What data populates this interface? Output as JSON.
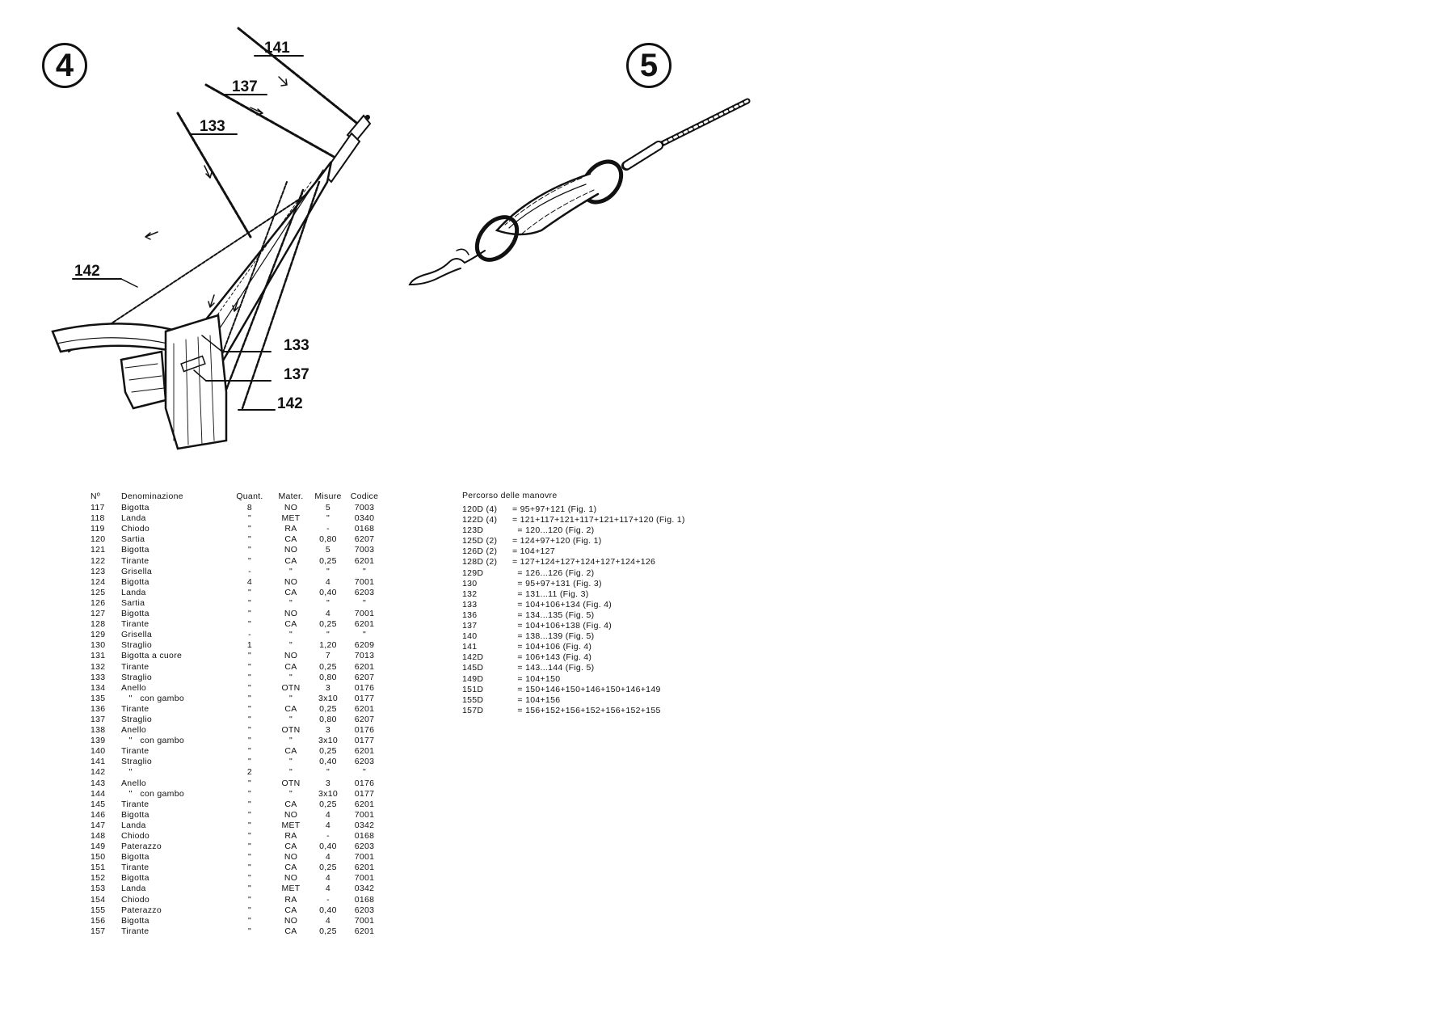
{
  "figures": {
    "fig4": {
      "number": "4",
      "labels": {
        "top_141": "141",
        "top_137": "137",
        "top_133": "133",
        "left_142": "142",
        "bottom_133": "133",
        "bottom_137": "137",
        "bottom_142": "142"
      }
    },
    "fig5": {
      "number": "5"
    }
  },
  "parts_table": {
    "headers": [
      "Nº",
      "Denominazione",
      "Quant.",
      "Mater.",
      "Misure",
      "Codice"
    ],
    "rows": [
      [
        "117",
        "Bigotta",
        "8",
        "NO",
        "5",
        "7003"
      ],
      [
        "118",
        "Landa",
        "\"",
        "MET",
        "\"",
        "0340"
      ],
      [
        "119",
        "Chiodo",
        "\"",
        "RA",
        "-",
        "0168"
      ],
      [
        "120",
        "Sartia",
        "\"",
        "CA",
        "0,80",
        "6207"
      ],
      [
        "121",
        "Bigotta",
        "\"",
        "NO",
        "5",
        "7003"
      ],
      [
        "122",
        "Tirante",
        "\"",
        "CA",
        "0,25",
        "6201"
      ],
      [
        "123",
        "Grisella",
        "-",
        "\"",
        "\"",
        "\""
      ],
      [
        "124",
        "Bigotta",
        "4",
        "NO",
        "4",
        "7001"
      ],
      [
        "125",
        "Landa",
        "\"",
        "CA",
        "0,40",
        "6203"
      ],
      [
        "126",
        "Sartia",
        "\"",
        "\"",
        "\"",
        "\""
      ],
      [
        "127",
        "Bigotta",
        "\"",
        "NO",
        "4",
        "7001"
      ],
      [
        "128",
        "Tirante",
        "\"",
        "CA",
        "0,25",
        "6201"
      ],
      [
        "129",
        "Grisella",
        "-",
        "\"",
        "\"",
        "\""
      ],
      [
        "130",
        "Straglio",
        "1",
        "\"",
        "1,20",
        "6209"
      ],
      [
        "131",
        "Bigotta a cuore",
        "\"",
        "NO",
        "7",
        "7013"
      ],
      [
        "132",
        "Tirante",
        "\"",
        "CA",
        "0,25",
        "6201"
      ],
      [
        "133",
        "Straglio",
        "\"",
        "\"",
        "0,80",
        "6207"
      ],
      [
        "134",
        "Anello",
        "\"",
        "OTN",
        "3",
        "0176"
      ],
      [
        "135",
        "   \"   con gambo",
        "\"",
        "\"",
        "3x10",
        "0177"
      ],
      [
        "136",
        "Tirante",
        "\"",
        "CA",
        "0,25",
        "6201"
      ],
      [
        "137",
        "Straglio",
        "\"",
        "\"",
        "0,80",
        "6207"
      ],
      [
        "138",
        "Anello",
        "\"",
        "OTN",
        "3",
        "0176"
      ],
      [
        "139",
        "   \"   con gambo",
        "\"",
        "\"",
        "3x10",
        "0177"
      ],
      [
        "140",
        "Tirante",
        "\"",
        "CA",
        "0,25",
        "6201"
      ],
      [
        "141",
        "Straglio",
        "\"",
        "\"",
        "0,40",
        "6203"
      ],
      [
        "142",
        "   \"",
        "2",
        "\"",
        "\"",
        "\""
      ],
      [
        "143",
        "Anello",
        "\"",
        "OTN",
        "3",
        "0176"
      ],
      [
        "144",
        "   \"   con gambo",
        "\"",
        "\"",
        "3x10",
        "0177"
      ],
      [
        "145",
        "Tirante",
        "\"",
        "CA",
        "0,25",
        "6201"
      ],
      [
        "146",
        "Bigotta",
        "\"",
        "NO",
        "4",
        "7001"
      ],
      [
        "147",
        "Landa",
        "\"",
        "MET",
        "4",
        "0342"
      ],
      [
        "148",
        "Chiodo",
        "\"",
        "RA",
        "-",
        "0168"
      ],
      [
        "149",
        "Paterazzo",
        "\"",
        "CA",
        "0,40",
        "6203"
      ],
      [
        "150",
        "Bigotta",
        "\"",
        "NO",
        "4",
        "7001"
      ],
      [
        "151",
        "Tirante",
        "\"",
        "CA",
        "0,25",
        "6201"
      ],
      [
        "152",
        "Bigotta",
        "\"",
        "NO",
        "4",
        "7001"
      ],
      [
        "153",
        "Landa",
        "\"",
        "MET",
        "4",
        "0342"
      ],
      [
        "154",
        "Chiodo",
        "\"",
        "RA",
        "-",
        "0168"
      ],
      [
        "155",
        "Paterazzo",
        "\"",
        "CA",
        "0,40",
        "6203"
      ],
      [
        "156",
        "Bigotta",
        "\"",
        "NO",
        "4",
        "7001"
      ],
      [
        "157",
        "Tirante",
        "\"",
        "CA",
        "0,25",
        "6201"
      ]
    ]
  },
  "routes": {
    "title": "Percorso delle manovre",
    "rows": [
      [
        "120D (4)",
        "= 95+97+121 (Fig. 1)"
      ],
      [
        "122D (4)",
        "= 121+117+121+117+121+117+120 (Fig. 1)"
      ],
      [
        "123D",
        "  = 120...120 (Fig. 2)"
      ],
      [
        "125D (2)",
        "= 124+97+120 (Fig. 1)"
      ],
      [
        "126D (2)",
        "= 104+127"
      ],
      [
        "128D (2)",
        "= 127+124+127+124+127+124+126"
      ],
      [
        "129D",
        "  = 126...126 (Fig. 2)"
      ],
      [
        "130",
        "  = 95+97+131 (Fig. 3)"
      ],
      [
        "132",
        "  = 131...11 (Fig. 3)"
      ],
      [
        "133",
        "  = 104+106+134 (Fig. 4)"
      ],
      [
        "136",
        "  = 134...135 (Fig. 5)"
      ],
      [
        "137",
        "  = 104+106+138 (Fig. 4)"
      ],
      [
        "140",
        "  = 138...139 (Fig. 5)"
      ],
      [
        "141",
        "  = 104+106 (Fig. 4)"
      ],
      [
        "142D",
        "  = 106+143 (Fig. 4)"
      ],
      [
        "145D",
        "  = 143...144 (Fig. 5)"
      ],
      [
        "149D",
        "  = 104+150"
      ],
      [
        "151D",
        "  = 150+146+150+146+150+146+149"
      ],
      [
        "155D",
        "  = 104+156"
      ],
      [
        "157D",
        "  = 156+152+156+152+156+152+155"
      ]
    ]
  }
}
